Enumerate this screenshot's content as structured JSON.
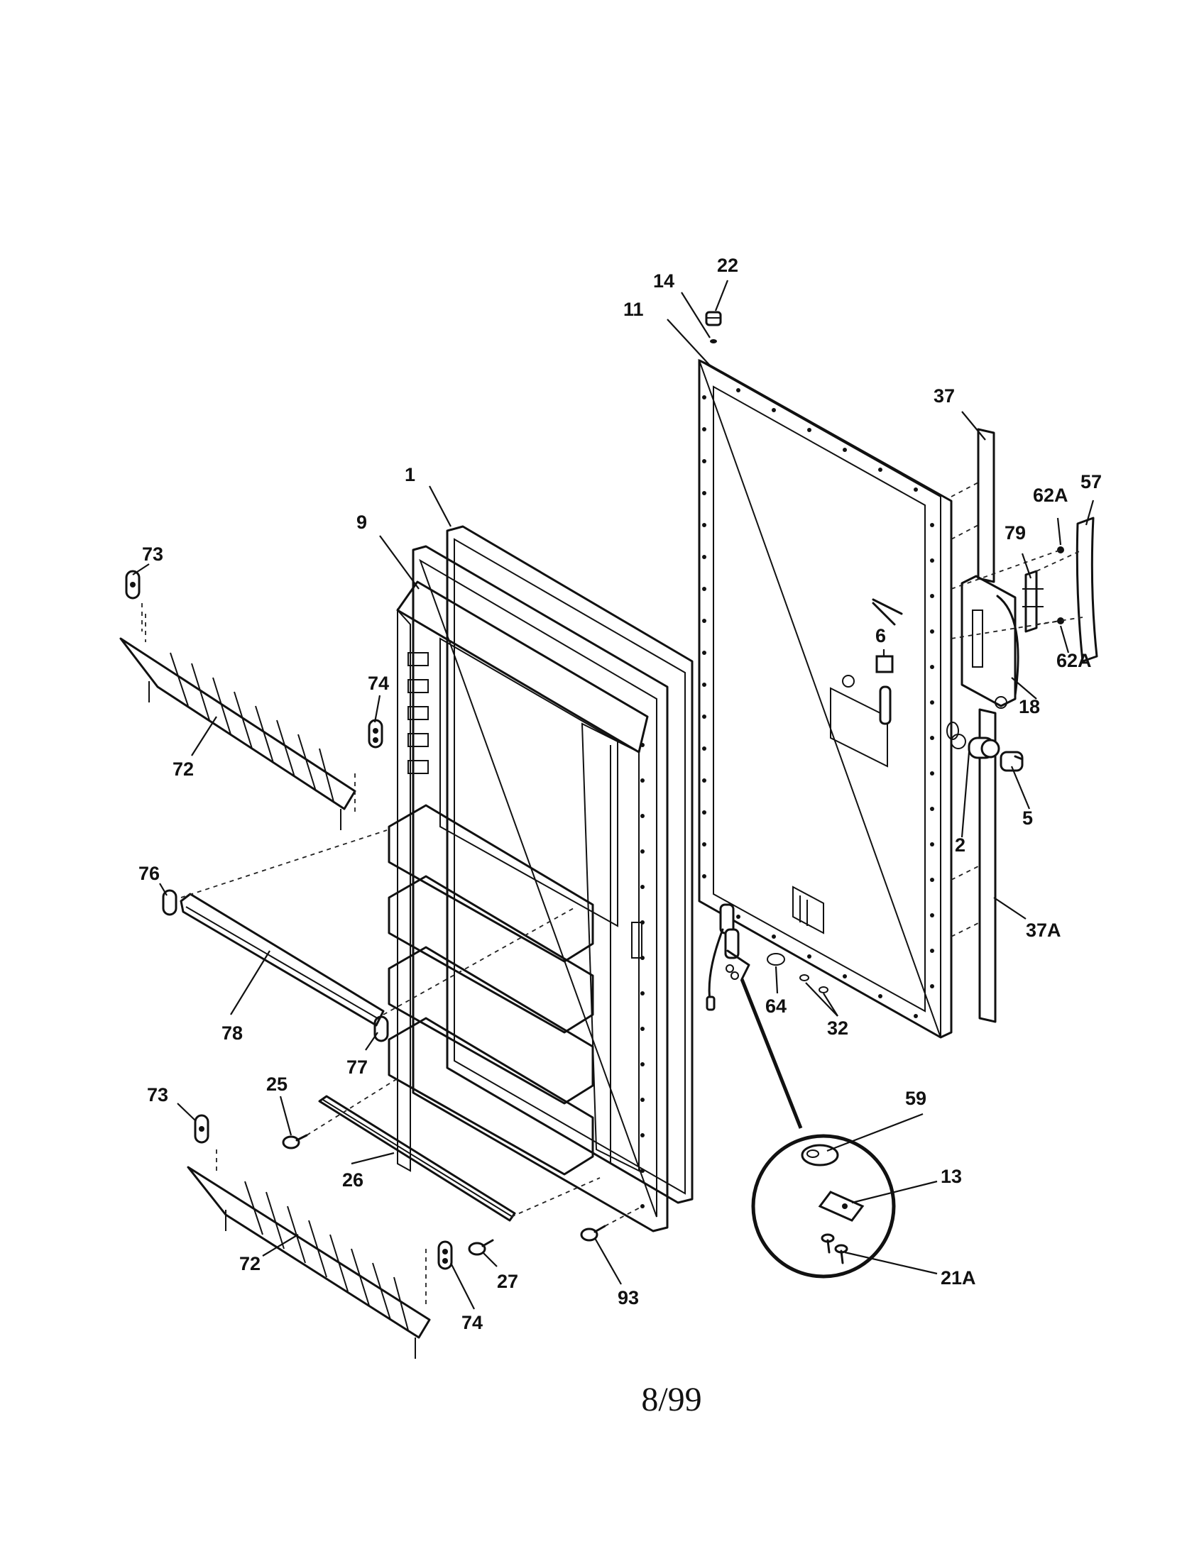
{
  "callouts": {
    "c1": "1",
    "c2": "2",
    "c5": "5",
    "c6": "6",
    "c9": "9",
    "c11": "11",
    "c13": "13",
    "c14": "14",
    "c18": "18",
    "c21A": "21A",
    "c22": "22",
    "c25": "25",
    "c26": "26",
    "c27": "27",
    "c32": "32",
    "c37": "37",
    "c37A": "37A",
    "c57": "57",
    "c59": "59",
    "c62A_top": "62A",
    "c62A_bottom": "62A",
    "c64": "64",
    "c72_top": "72",
    "c72_bottom": "72",
    "c73_top": "73",
    "c73_bottom": "73",
    "c74_top": "74",
    "c74_bottom": "74",
    "c76": "76",
    "c77": "77",
    "c78": "78",
    "c79": "79",
    "c93": "93"
  },
  "footer": {
    "date_code": "8/99"
  }
}
